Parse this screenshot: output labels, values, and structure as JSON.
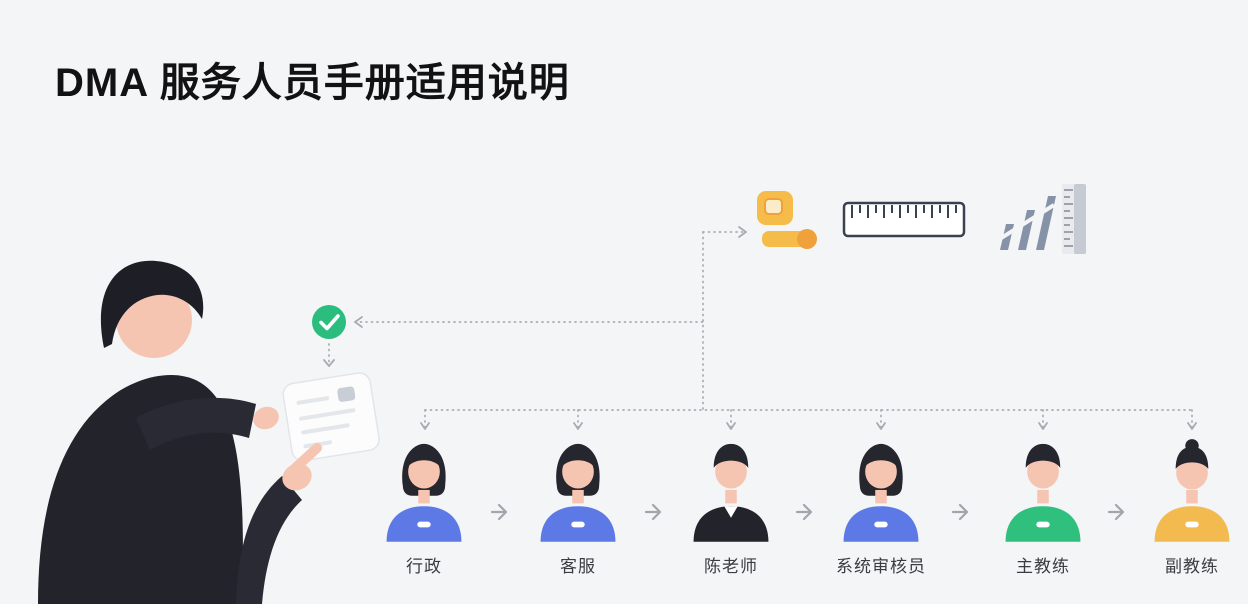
{
  "page": {
    "title": "DMA 服务人员手册适用说明",
    "background": "#F4F5F6"
  },
  "colors": {
    "check_green": "#2BBD7E",
    "connector_gray": "#A8ABB0",
    "skin": "#F5C5B2",
    "hair": "#26262E",
    "suit": "#23232C",
    "icon_yellow": "#F6BC4A",
    "icon_orange": "#EFA23B",
    "ruler_outline": "#3A4150",
    "chart_gray": "#8692A8",
    "label_text": "#3B3B42",
    "title_text": "#121215"
  },
  "flow": {
    "roles": [
      {
        "label": "行政",
        "shirt": "#5C79E6"
      },
      {
        "label": "客服",
        "shirt": "#5C79E6"
      },
      {
        "label": "陈老师",
        "shirt": "#23232C"
      },
      {
        "label": "系统审核员",
        "shirt": "#5C79E6"
      },
      {
        "label": "主教练",
        "shirt": "#2EC07C"
      },
      {
        "label": "副教练",
        "shirt": "#F2BA4F"
      }
    ]
  },
  "icons": [
    "stamp-icon",
    "ruler-icon",
    "measure-chart-icon",
    "check-icon",
    "tablet-icon",
    "flow-arrow-icon"
  ]
}
